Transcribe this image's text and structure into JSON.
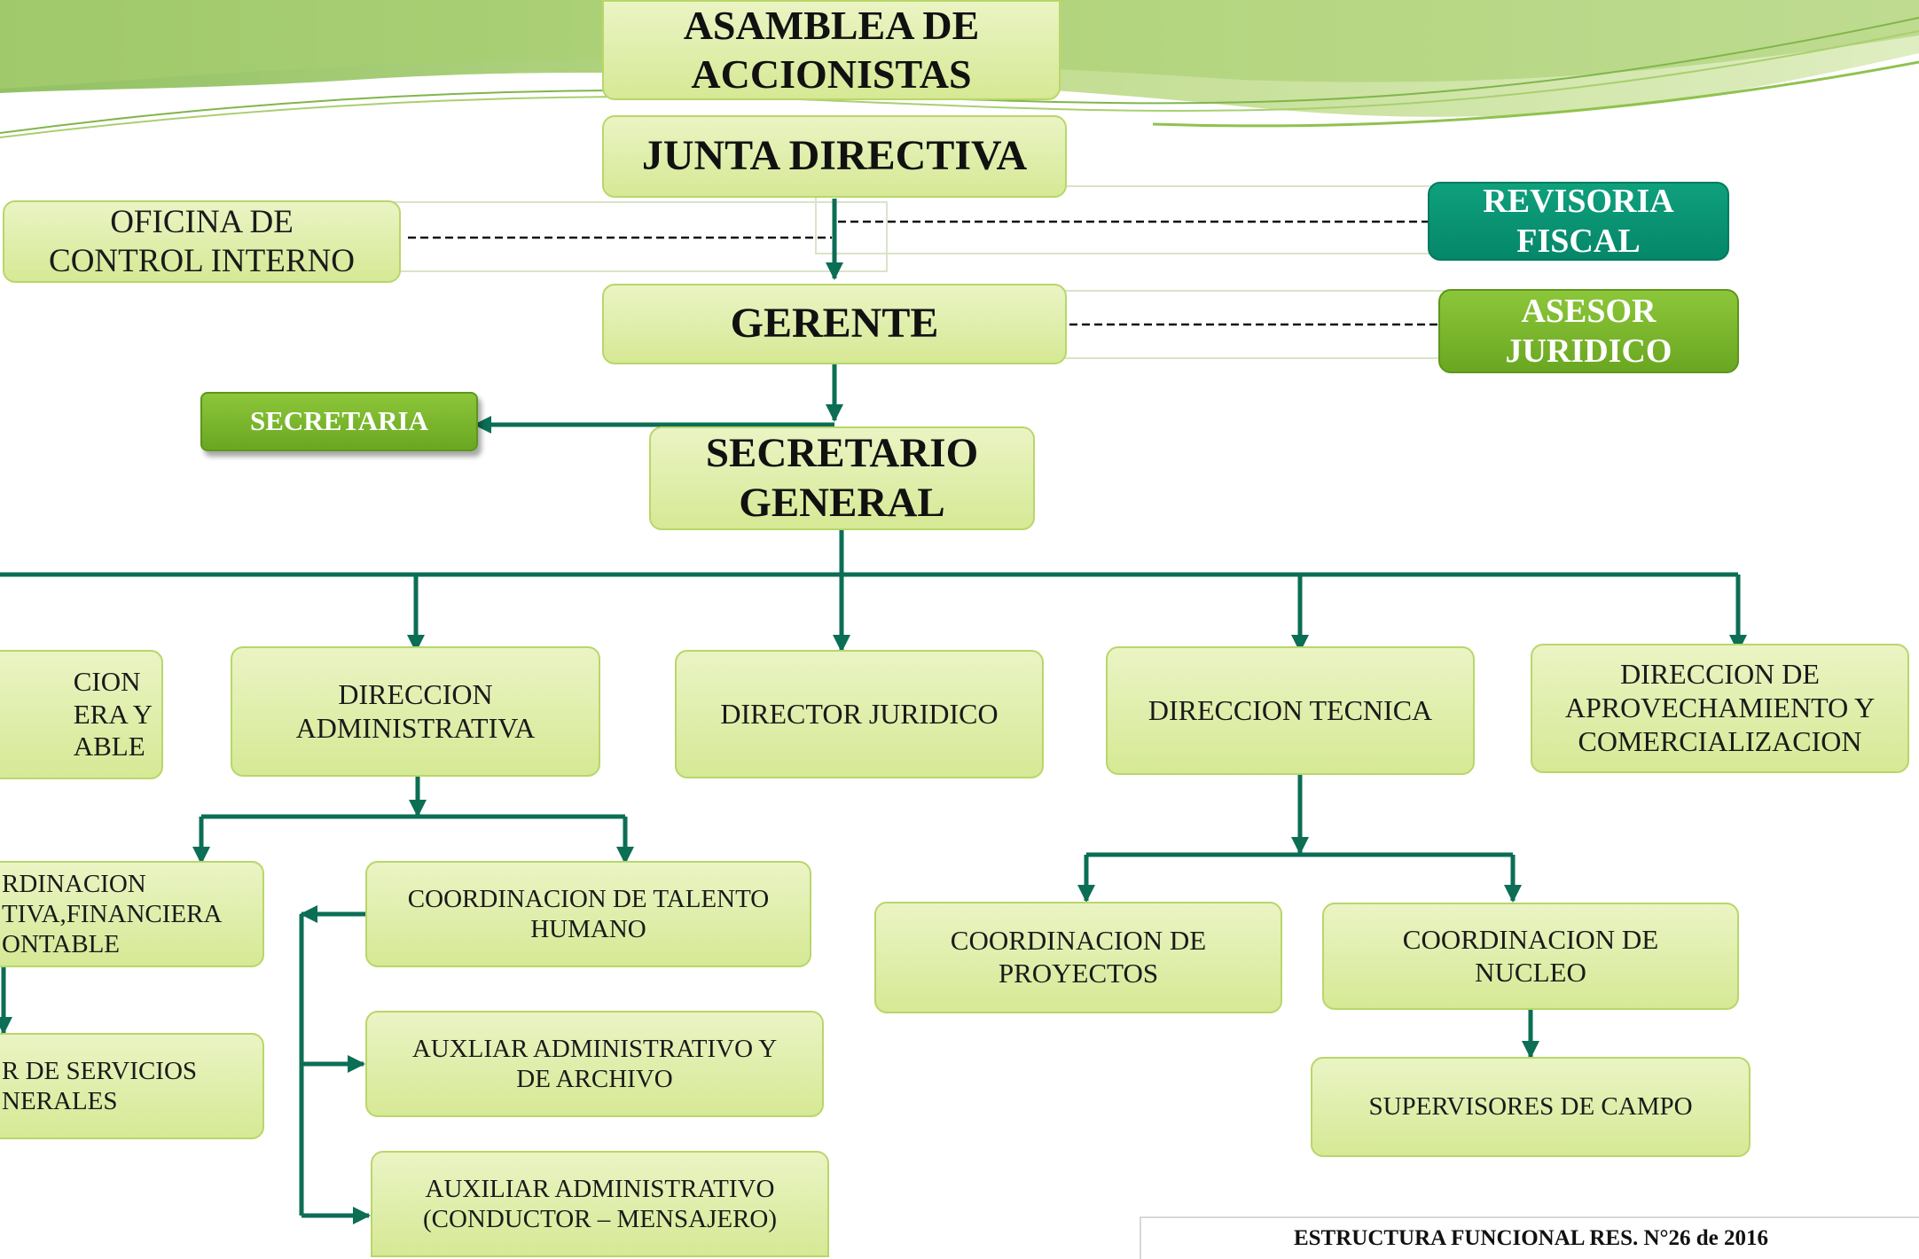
{
  "nodes": {
    "asamblea": "ASAMBLEA DE\nACCIONISTAS",
    "junta": "JUNTA DIRECTIVA",
    "control_interno": "OFICINA DE\nCONTROL INTERNO",
    "revisoria": "REVISORIA\nFISCAL",
    "gerente": "GERENTE",
    "asesor": "ASESOR\nJURIDICO",
    "secretaria": "SECRETARIA",
    "secretario_general": "SECRETARIO\nGENERAL",
    "dir_financiera": "CION\nERA Y\nABLE",
    "dir_administrativa": "DIRECCION\nADMINISTRATIVA",
    "director_juridico": "DIRECTOR JURIDICO",
    "dir_tecnica": "DIRECCION TECNICA",
    "dir_aprovechamiento": "DIRECCION DE\nAPROVECHAMIENTO Y\nCOMERCIALIZACION",
    "coord_financiera": "RDINACION\nTIVA,FINANCIERA\nONTABLE",
    "coord_talento": "COORDINACION DE TALENTO\nHUMANO",
    "servicios_generales": "R DE SERVICIOS\nNERALES",
    "aux_archivo": "AUXLIAR ADMINISTRATIVO Y\nDE ARCHIVO",
    "aux_conductor": "AUXILIAR ADMINISTRATIVO\n(CONDUCTOR – MENSAJERO)",
    "coord_proyectos": "COORDINACION  DE\nPROYECTOS",
    "coord_nucleo": "COORDINACION  DE\nNUCLEO",
    "supervisores": "SUPERVISORES DE CAMPO"
  },
  "footer": "ESTRUCTURA FUNCIONAL  RES. N°26 de 2016",
  "colors": {
    "box_fill": "#dcec9f",
    "box_border": "#b9d66a",
    "connector": "#0b6e55",
    "revisoria_fill": "#0a9a77",
    "accent_green": "#7ab82c"
  }
}
